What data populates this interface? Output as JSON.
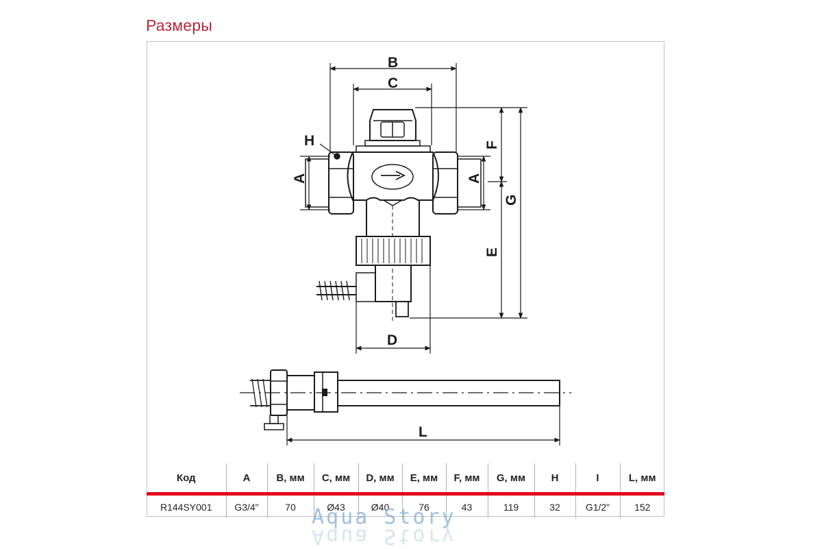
{
  "page": {
    "title": "Размеры"
  },
  "drawing": {
    "labels": {
      "A": "A",
      "B": "B",
      "C": "C",
      "D": "D",
      "E": "E",
      "F": "F",
      "G": "G",
      "H": "H",
      "L": "L"
    }
  },
  "table": {
    "headers": [
      "Код",
      "A",
      "B, мм",
      "C, мм",
      "D, мм",
      "E, мм",
      "F, мм",
      "G, мм",
      "H",
      "I",
      "L, мм"
    ],
    "row": [
      "R144SY001",
      "G3/4\"",
      "70",
      "Ø43",
      "Ø40",
      "76",
      "43",
      "119",
      "32",
      "G1/2\"",
      "152"
    ]
  },
  "watermark": {
    "text": "Aqua Story"
  },
  "colors": {
    "title": "#b5283a",
    "table_separator": "#e3071c",
    "line": "#1a1a1a"
  }
}
